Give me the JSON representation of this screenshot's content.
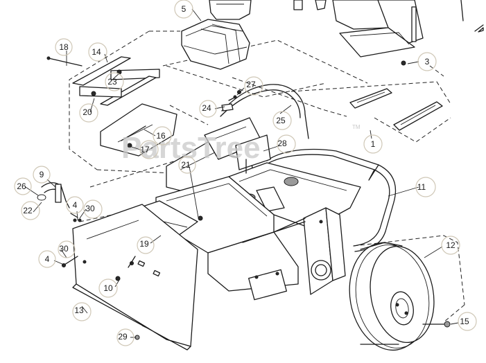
{
  "diagram": {
    "watermark": "PartsTree",
    "watermark_mark": "TM",
    "callouts": [
      {
        "label": "1"
      },
      {
        "label": "3"
      },
      {
        "label": "4"
      },
      {
        "label": "4"
      },
      {
        "label": "5"
      },
      {
        "label": "9"
      },
      {
        "label": "10"
      },
      {
        "label": "11"
      },
      {
        "label": "12"
      },
      {
        "label": "13"
      },
      {
        "label": "14"
      },
      {
        "label": "15"
      },
      {
        "label": "16"
      },
      {
        "label": "17"
      },
      {
        "label": "18"
      },
      {
        "label": "19"
      },
      {
        "label": "20"
      },
      {
        "label": "21"
      },
      {
        "label": "22"
      },
      {
        "label": "23"
      },
      {
        "label": "24"
      },
      {
        "label": "25"
      },
      {
        "label": "26"
      },
      {
        "label": "27"
      },
      {
        "label": "28"
      },
      {
        "label": "29"
      },
      {
        "label": "30"
      },
      {
        "label": "30"
      }
    ]
  }
}
